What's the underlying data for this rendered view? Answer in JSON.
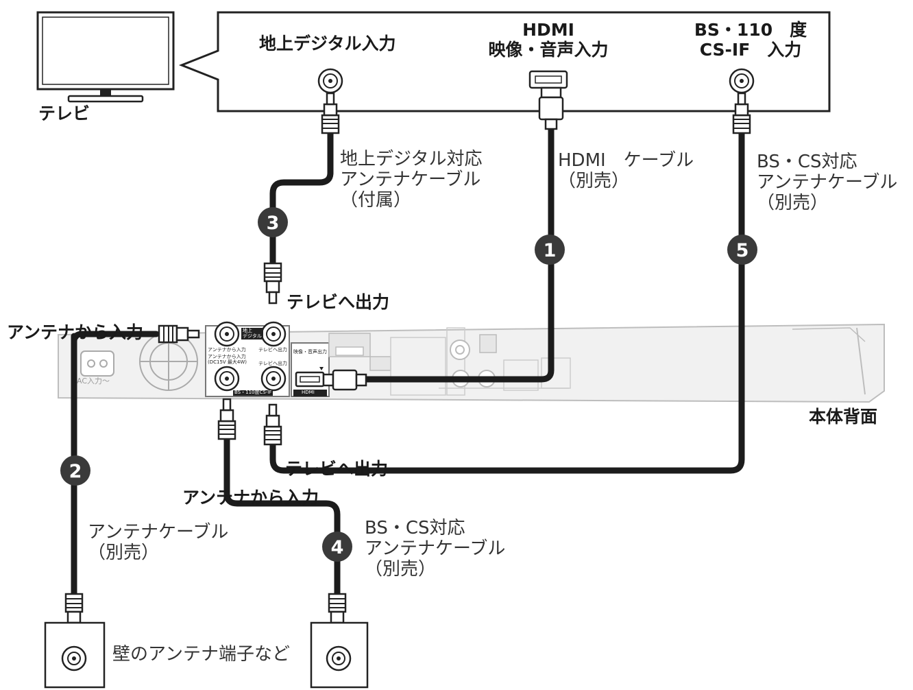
{
  "tv": {
    "label": "テレビ"
  },
  "tv_inputs": {
    "terrestrial": "地上デジタル入力",
    "hdmi_line1": "HDMI",
    "hdmi_line2": "映像・音声入力",
    "bs_line1": "BS・110　度",
    "bs_line2": "CS-IF　入力"
  },
  "cables": {
    "terrestrial": [
      "地上デジタル対応",
      "アンテナケーブル",
      "（付属）"
    ],
    "hdmi": [
      "HDMI　ケーブル",
      "（別売）"
    ],
    "bs_tv": [
      "BS・CS対応",
      "アンテナケーブル",
      "（別売）"
    ],
    "antenna": [
      "アンテナケーブル",
      "（別売）"
    ],
    "bs_wall": [
      "BS・CS対応",
      "アンテナケーブル",
      "（別売）"
    ]
  },
  "steps": [
    "1",
    "2",
    "3",
    "4",
    "5"
  ],
  "device": {
    "back_label": "本体背面",
    "out_to_tv_top": "テレビへ出力",
    "in_from_antenna_top": "アンテナから入力",
    "out_to_tv_bottom": "テレビへ出力",
    "in_from_antenna_bottom": "アンテナから入力",
    "panel_terrestrial": [
      "地上",
      "デジタル"
    ],
    "panel_ant_in": "アンテナから入力",
    "panel_tv_out": "テレビへ出力",
    "panel_bs_in": [
      "アンテナから入力",
      "(DC15V 最大4W)"
    ],
    "panel_tv_out2": "テレビへ出力",
    "panel_bs_name": "BS・110度CS-IF",
    "panel_hdmi_name": "映像・音声出力",
    "panel_hdmi_label": "HDMI",
    "panel_ac": "AC入力～"
  },
  "wall": {
    "label": "壁のアンテナ端子など"
  }
}
